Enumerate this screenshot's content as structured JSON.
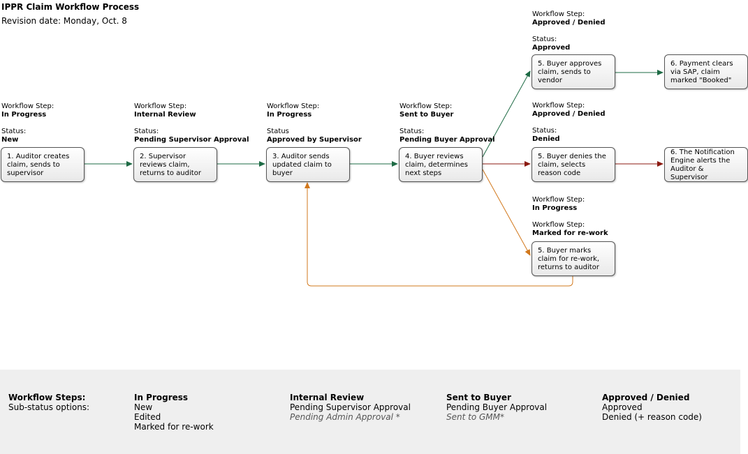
{
  "header": {
    "title": "IPPR Claim Workflow Process",
    "revision": "Revision date: Monday, Oct. 8"
  },
  "columns": [
    {
      "step_label": "Workflow Step:",
      "step": "In Progress",
      "status_label": "Status:",
      "status": "New",
      "node": [
        "1. Auditor creates",
        "claim, sends to",
        "supervisor"
      ]
    },
    {
      "step_label": "Workflow Step:",
      "step": "Internal Review",
      "status_label": "Status:",
      "status": "Pending Supervisor Approval",
      "node": [
        "2. Supervisor",
        "reviews claim,",
        "returns to auditor"
      ]
    },
    {
      "step_label": "Workflow Step:",
      "step": "In Progress",
      "status_label": "Status",
      "status": "Approved by Supervisor",
      "node": [
        "3. Auditor sends",
        "updated claim to",
        "buyer"
      ]
    },
    {
      "step_label": "Workflow Step:",
      "step": "Sent to Buyer",
      "status_label": "Status:",
      "status": "Pending Buyer Approval",
      "node": [
        "4. Buyer reviews",
        "claim, determines",
        "next steps"
      ]
    }
  ],
  "branches": {
    "approved": {
      "step_label": "Workflow Step:",
      "step": "Approved / Denied",
      "status_label": "Status:",
      "status": "Approved",
      "node": [
        "5. Buyer approves",
        "claim, sends to",
        "vendor"
      ],
      "next": [
        "6. Payment clears",
        "via SAP, claim",
        "marked \"Booked\""
      ]
    },
    "denied": {
      "step_label": "Workflow Step:",
      "step": "Approved / Denied",
      "status_label": "Status:",
      "status": "Denied",
      "node": [
        "5. Buyer denies the",
        "claim, selects",
        "reason code"
      ],
      "next": [
        "6. The Notification",
        "Engine alerts the",
        "Auditor &",
        "Supervisor"
      ]
    },
    "rework": {
      "step_label": "Workflow Step:",
      "step": "In Progress",
      "status_label": "Workflow Step:",
      "status": "Marked for re-work",
      "node": [
        "5. Buyer marks",
        "claim for re-work,",
        "returns to auditor"
      ]
    }
  },
  "legend": {
    "title": "Workflow Steps:",
    "subtitle": "Sub-status options:",
    "groups": [
      {
        "name": "In Progress",
        "items": [
          "New",
          "Edited",
          "Marked for re-work"
        ],
        "italic": []
      },
      {
        "name": "Internal Review",
        "items": [
          "Pending Supervisor Approval"
        ],
        "italic": [
          "Pending Admin Approval *"
        ]
      },
      {
        "name": "Sent to Buyer",
        "items": [
          "Pending Buyer Approval"
        ],
        "italic": [
          "Sent to GMM*"
        ]
      },
      {
        "name": "Approved / Denied",
        "items": [
          "Approved",
          "Denied (+ reason code)"
        ],
        "italic": []
      }
    ]
  },
  "colors": {
    "forward": "#1e6b45",
    "denied": "#8b1a10",
    "rework": "#d2781c"
  }
}
